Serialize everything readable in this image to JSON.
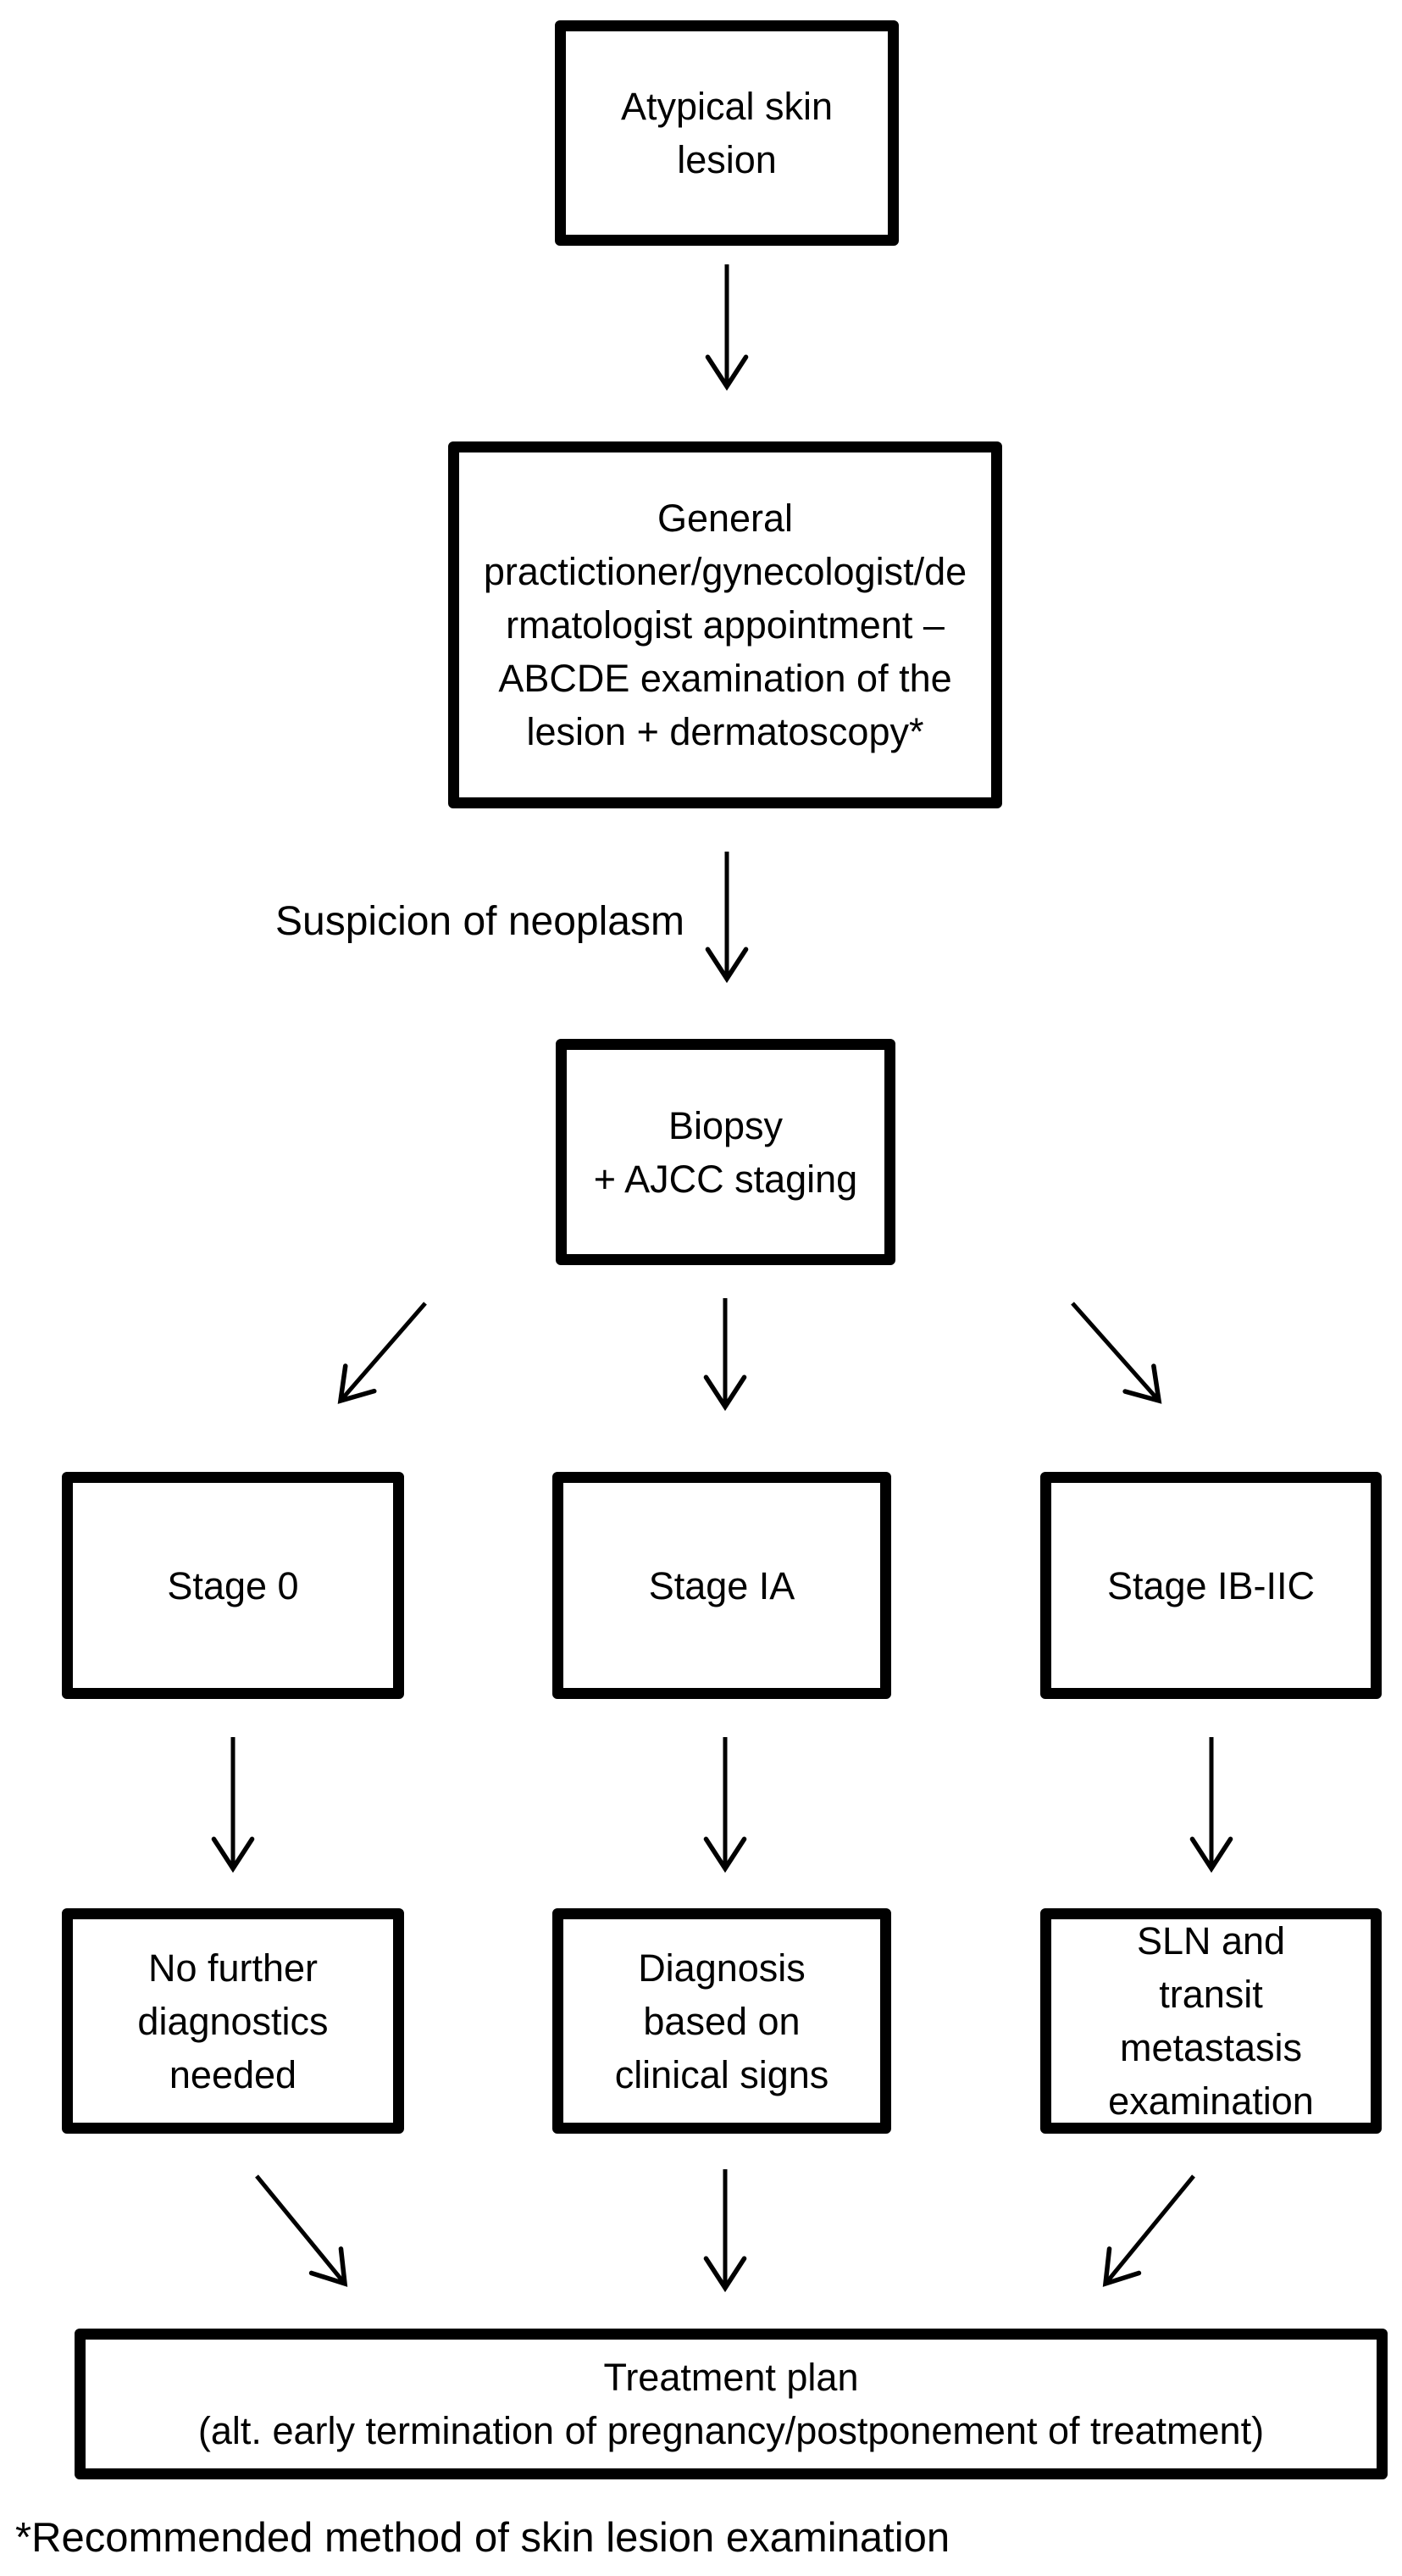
{
  "diagram": {
    "title_implicit": "Atypical skin lesion management flowchart",
    "colors": {
      "line": "#000000",
      "background": "#ffffff",
      "text": "#000000"
    },
    "nodes": {
      "atypical": {
        "lines": [
          "Atypical skin",
          "lesion"
        ]
      },
      "general": {
        "lines": [
          "General",
          "practictioner/gynecologist/de",
          "rmatologist appointment –",
          "ABCDE examination of the",
          "lesion + dermatoscopy*"
        ]
      },
      "biopsy": {
        "lines": [
          "Biopsy",
          "+ AJCC staging"
        ]
      },
      "stage0": {
        "label": "Stage 0"
      },
      "stageIA": {
        "label": "Stage IA"
      },
      "stageIBIIC": {
        "label": "Stage IB-IIC"
      },
      "noFurther": {
        "lines": [
          "No further",
          "diagnostics",
          "needed"
        ]
      },
      "diagnosis": {
        "lines": [
          "Diagnosis",
          "based on",
          "clinical signs"
        ]
      },
      "sln": {
        "lines": [
          "SLN and",
          "transit",
          "metastasis",
          "examination"
        ]
      },
      "treatment": {
        "lines": [
          "Treatment plan",
          "(alt. early termination of pregnancy/postponement of treatment)"
        ]
      }
    },
    "edges": [
      {
        "from": "atypical",
        "to": "general"
      },
      {
        "from": "general",
        "to": "biopsy",
        "label": "Suspicion of neoplasm"
      },
      {
        "from": "biopsy",
        "to": "stage0"
      },
      {
        "from": "biopsy",
        "to": "stageIA"
      },
      {
        "from": "biopsy",
        "to": "stageIBIIC"
      },
      {
        "from": "stage0",
        "to": "noFurther"
      },
      {
        "from": "stageIA",
        "to": "diagnosis"
      },
      {
        "from": "stageIBIIC",
        "to": "sln"
      },
      {
        "from": "noFurther",
        "to": "treatment"
      },
      {
        "from": "diagnosis",
        "to": "treatment"
      },
      {
        "from": "sln",
        "to": "treatment"
      }
    ],
    "footnote": "*Recommended method of skin lesion examination"
  }
}
